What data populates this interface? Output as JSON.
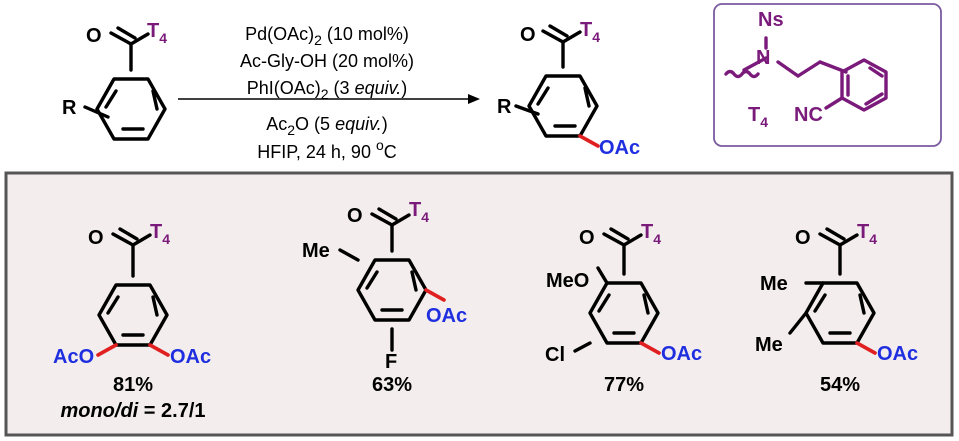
{
  "reaction": {
    "substrate": {
      "carbonyl_o": "O",
      "group": "T",
      "group_sub": "4",
      "substituent": "R"
    },
    "conditions": {
      "line1": {
        "pre": "Pd(OAc)",
        "sub": "2",
        "post": " (10 mol%)"
      },
      "line2": "Ac-Gly-OH (20 mol%)",
      "line3": {
        "pre": "PhI(OAc)",
        "sub": "2",
        "mid": " (3 ",
        "it": "equiv.",
        "post": ")"
      },
      "line4": {
        "pre": "Ac",
        "sub": "2",
        "mid": "O (5 ",
        "it": "equiv.",
        "post": ")"
      },
      "line5": {
        "pre": "HFIP, 24 h, 90 ",
        "sup": "o",
        "post": "C"
      }
    },
    "product": {
      "carbonyl_o": "O",
      "group": "T",
      "group_sub": "4",
      "substituent": "R",
      "oac": "OAc"
    }
  },
  "directing_group": {
    "ns": "Ns",
    "n": "N",
    "label": "T",
    "label_sub": "4",
    "nitrile": "NC"
  },
  "products": [
    {
      "substituents": {
        "left": "AcO",
        "right": "OAc"
      },
      "yield": "81%",
      "ratio": {
        "label": "mono/di",
        "value": " = 2.7/1"
      }
    },
    {
      "substituents": {
        "me": "Me",
        "oac": "OAc",
        "f": "F"
      },
      "yield": "63%"
    },
    {
      "substituents": {
        "ome": "MeO",
        "cl": "Cl",
        "oac": "OAc"
      },
      "yield": "77%"
    },
    {
      "substituents": {
        "me1": "Me",
        "me2": "Me",
        "oac": "OAc"
      },
      "yield": "54%"
    }
  ],
  "colors": {
    "oac": "#1f2fe0",
    "t4": "#7a1a7a",
    "new_bond": "#e02020",
    "box_border": "#555555",
    "box_fill": "#f3eded",
    "dg_border": "#7a5aa0"
  },
  "common": {
    "o": "O",
    "t": "T",
    "sub4": "4"
  }
}
